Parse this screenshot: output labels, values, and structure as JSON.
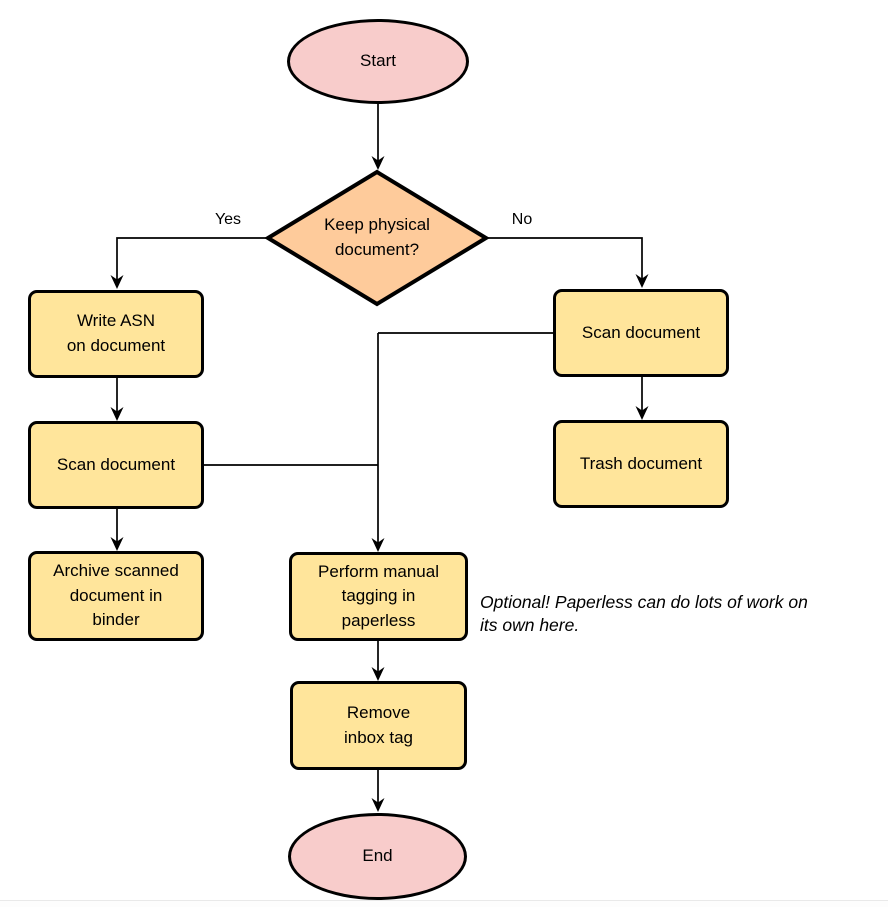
{
  "colors": {
    "terminal_fill": "#f8cccb",
    "decision_fill": "#fecb9b",
    "process_fill": "#ffe59b",
    "stroke": "#000000",
    "connector": "#000000",
    "divider": "#e9e9e9"
  },
  "nodes": {
    "start": {
      "type": "terminal",
      "label": "Start"
    },
    "decision": {
      "type": "decision",
      "label": "Keep physical\ndocument?"
    },
    "write_asn": {
      "type": "process",
      "label": "Write ASN\non document"
    },
    "scan_left": {
      "type": "process",
      "label": "Scan document"
    },
    "archive": {
      "type": "process",
      "label": "Archive scanned\ndocument in\nbinder"
    },
    "scan_right": {
      "type": "process",
      "label": "Scan document"
    },
    "trash": {
      "type": "process",
      "label": "Trash document"
    },
    "tagging": {
      "type": "process",
      "label": "Perform manual\ntagging in\npaperless"
    },
    "remove_inbox": {
      "type": "process",
      "label": "Remove\ninbox tag"
    },
    "end": {
      "type": "terminal",
      "label": "End"
    }
  },
  "edges": {
    "yes_label": "Yes",
    "no_label": "No"
  },
  "annotation": {
    "text": "Optional! Paperless can do lots of work on\nits own here."
  }
}
